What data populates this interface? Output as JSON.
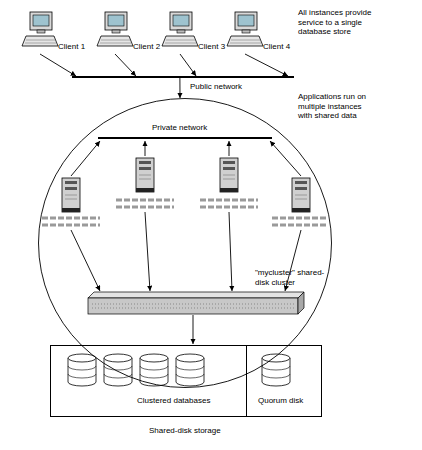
{
  "diagram": {
    "nodes": [
      {
        "text": [
          "Client 1"
        ]
      },
      {
        "text": [
          "Client 2"
        ]
      },
      {
        "text": [
          "Client 3"
        ]
      },
      {
        "text": [
          "Client 4"
        ]
      },
      {
        "text": [
          "Public network"
        ]
      },
      {
        "text": [
          "\"mycluster\" shared-disk cluster"
        ]
      },
      {
        "text": [
          "Private network"
        ],
        "in": 5
      },
      {
        "text": [
          "Shared-disk storage"
        ]
      },
      {
        "text": [
          "Clustered databases"
        ],
        "in": 7
      },
      {
        "text": [
          "Quorum disk"
        ],
        "in": 7
      }
    ],
    "edges": [
      {
        "from": 0,
        "to": 4,
        "arrow": "to"
      },
      {
        "from": 1,
        "to": 4,
        "arrow": "to"
      },
      {
        "from": 2,
        "to": 4,
        "arrow": "to"
      },
      {
        "from": 3,
        "to": 4,
        "arrow": "to"
      },
      {
        "from": 4,
        "to": 5,
        "arrow": "to"
      }
    ],
    "labels": [
      "All instances provide service to a single database store",
      "Applications run on multiple instances with shared data"
    ]
  }
}
